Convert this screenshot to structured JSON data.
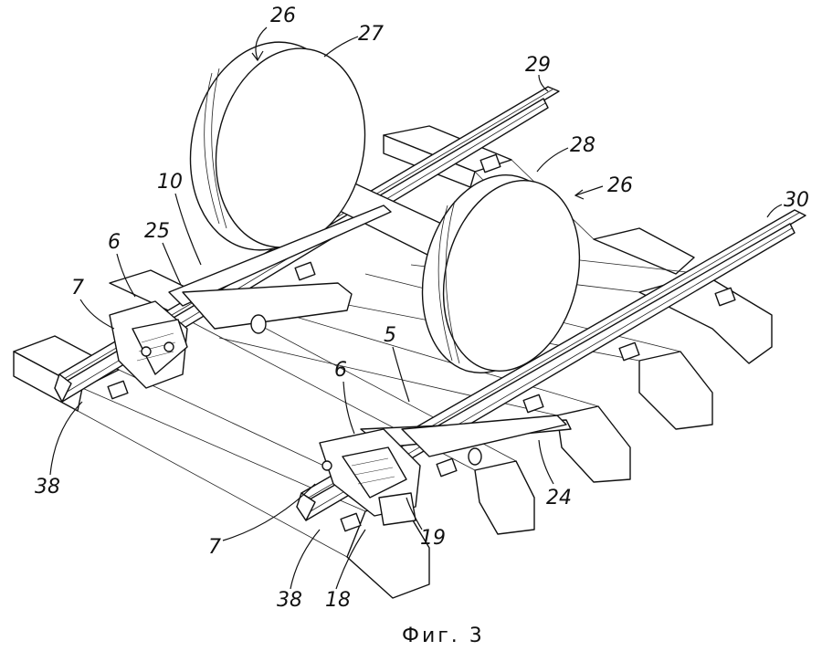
{
  "caption": "Фиг. 3",
  "labels": {
    "l26a": "26",
    "l27": "27",
    "l29": "29",
    "l28": "28",
    "l26b": "26",
    "l30": "30",
    "l10": "10",
    "l25": "25",
    "l6a": "6",
    "l7a": "7",
    "l5": "5",
    "l6b": "6",
    "l38a": "38",
    "l24": "24",
    "l7b": "7",
    "l19": "19",
    "l38b": "38",
    "l18": "18"
  }
}
